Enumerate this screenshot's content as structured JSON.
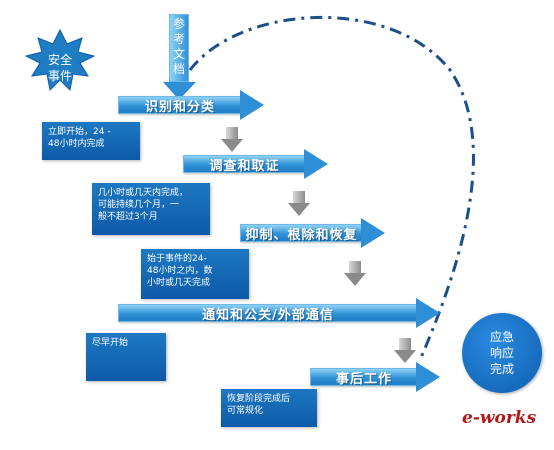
{
  "event": {
    "label": "安全\n事件"
  },
  "reference_doc": {
    "label": "参\n考\n文\n档"
  },
  "steps": [
    {
      "label": "识别和分类"
    },
    {
      "label": "调查和取证"
    },
    {
      "label": "抑制、根除和恢复"
    },
    {
      "label": "通知和公关/外部通信"
    },
    {
      "label": "事后工作"
    }
  ],
  "notes": [
    {
      "text": "立即开始，24 -\n48小时内完成"
    },
    {
      "text": "几小时或几天内完成，\n可能持续几个月，一\n般不超过3个月"
    },
    {
      "text": "始于事件的24-\n48小时之内，数\n小时或几天完成"
    },
    {
      "text": "尽早开始"
    },
    {
      "text": "恢复阶段完成后\n可常规化"
    }
  ],
  "completion": {
    "label": "应急\n响应\n完成"
  },
  "watermark": {
    "text": "e-works"
  },
  "colors": {
    "arrow": "#2f92d8",
    "note": "#0d5aa8",
    "dash": "#1a4f8a",
    "logo": "#b01919"
  }
}
